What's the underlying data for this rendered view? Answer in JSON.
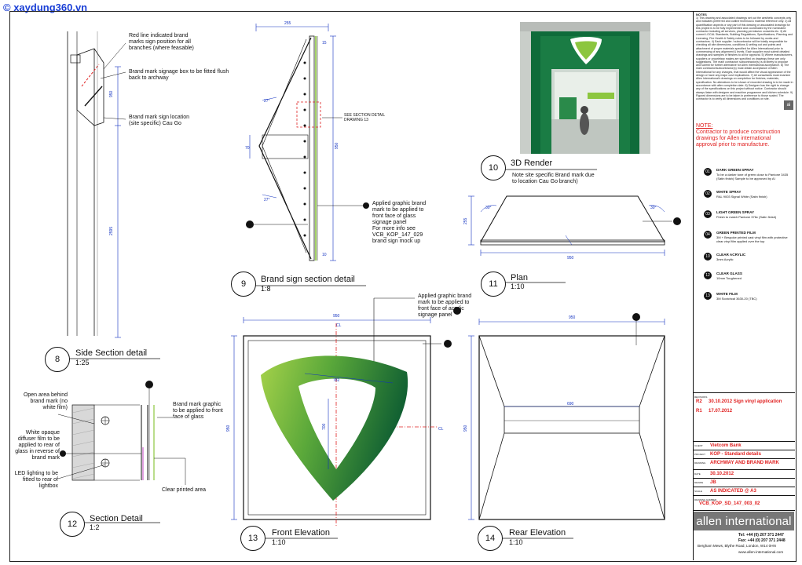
{
  "watermark": "© xaydung360.vn",
  "views": [
    {
      "num": "8",
      "title": "Side Section detail",
      "scale": "1:25"
    },
    {
      "num": "9",
      "title": "Brand sign section detail",
      "scale": "1:8"
    },
    {
      "num": "10",
      "title": "3D Render",
      "scale": ""
    },
    {
      "num": "11",
      "title": "Plan",
      "scale": "1:10"
    },
    {
      "num": "12",
      "title": "Section Detail",
      "scale": "1:2"
    },
    {
      "num": "13",
      "title": "Front Elevation",
      "scale": "1:10"
    },
    {
      "num": "14",
      "title": "Rear Elevation",
      "scale": "1:10"
    }
  ],
  "callouts": {
    "red_line": "Red line indicated brand marks sign position for all branches (where feasable)",
    "signage_box": "Brand mark signage box to be fitted flush back to archway",
    "sign_location": "Brand mark sign location (site specific) Cau Go",
    "see_section": "SEE SECTION DETAIL DRAWING 13",
    "applied_graphic": "Applied graphic brand mark to be applied to front face of glass signage panel",
    "more_info": "For more info see VCB_KOP_147_029 brand sign mock up",
    "render_note": "Note site specific Brand mark due to location Cau Go branch)",
    "applied_acrylic": "Applied graphic brand mark to be applied to front face of acrylic signage panel",
    "open_area": "Open area behind brand mark (no white film)",
    "diffuser": "White opaque diffuser film to be applied to rear of glass in reverse of brand mark",
    "led": "LED lighting to be fitted to rear of lightbox",
    "graphic_front": "Brand mark graphic to be applied to front face of glass",
    "clear_printed": "Clear printed area"
  },
  "dims": {
    "d255": "255",
    "d950": "950",
    "d2595": "2595",
    "d30": "30°",
    "d550": "550",
    "d690": "690",
    "d782": "782",
    "d700": "700",
    "d27": "27°",
    "d70": "70",
    "d15": "15",
    "d10": "10",
    "cl": "CL"
  },
  "notes_heading": "NOTES",
  "notes_text": "1) This drawing and associated drawings set out the aesthetic concepts only and indicates preferred and outline technical & material reference only. 2) All quantification aspects or any part of this drawing or associated drawings for this project is to be fully implemented and coordinated by the nominated contractor including all services, planning permission consents etc. 3) All current LOCAL Standards, Building Regulations, Specifications, Planning and Licensing, Fire Health & Safety notes to be followed by works and contractors. 4) Each supplier / subcontractor will be totally responsible for checking all site dimensions, conditions & setting out and points and attachment of proper materials specified for Allen International prior to commencing of any alignment & levels. Each supplier must submit detailed drawings and samples of finishes to all for approval. 5) Where manufacturers, suppliers or proprietary makes are specified on drawings these are only suggestions. The main contractor/ subcontractor(s) is at liberty to propose and submit for further alternative for Allen International acceptance. 6) The main contractor/subcontractor(s) must obtain acceptance of Allen International for any changes, that would affect the visual appearance of the design or have any major cost implications. 7) All consultants must examine Allen International's drawings on completion for finishes, materials, specification. No alterations to be shown of recorded drawing is to be made in accordance with after completion date. 8) Designer has the right to change any of the specifications on this project without notice. Contractor should always liaise with designer and machine programme and kitchen schedule. 9) Figured dimensions are to be taken in preference to those scaled. The contractor is to verify all dimensions and conditions on site.",
  "note_red_head": "NOTE:",
  "note_red_body": "Contractor to produce construction drawings for Allen international approval prior to manufacture.",
  "legend": [
    {
      "num": "01",
      "title": "DARK GREEN SPRAY",
      "desc": "To be a darker tone of green close to Pantone 3435 (Satin finish) Sample to be approved by AI"
    },
    {
      "num": "02",
      "title": "WHITE SPRAY",
      "desc": "RAL 9003 Signal White (Satin finish)"
    },
    {
      "num": "03",
      "title": "LIGHT GREEN SPRAY",
      "desc": "Finish to match Pantone 376c (Satin finish)"
    },
    {
      "num": "04",
      "title": "GREEN PRINTED FILM",
      "desc": "3M + Bespoke printed cast vinyl film with protective clear vinyl film applied over the top"
    },
    {
      "num": "10",
      "title": "CLEAR ACRYLIC",
      "desc": "3mm Acrylic"
    },
    {
      "num": "12",
      "title": "CLEAR GLASS",
      "desc": "10mm Toughened"
    },
    {
      "num": "13",
      "title": "WHITE FILM",
      "desc": "3M Scotchcal 3630-20 (TBC)"
    }
  ],
  "revisions": [
    {
      "rev": "R2",
      "text": "30.10.2012 Sign vinyl application"
    },
    {
      "rev": "R1",
      "text": "17.07.2012"
    }
  ],
  "titleblock": {
    "client": "Vietcom Bank",
    "project": "KOP - Standard details",
    "drawing": "ARCHWAY AND BRAND MARK",
    "date": "30.10.2012",
    "drawn": "JB",
    "scale": "AS INDICATED @ A3",
    "number": "VCB_KOP_SD_147_003_02",
    "labels": {
      "revisions": "REVISIONS",
      "client": "CLIENT",
      "project": "PROJECT",
      "drawing": "DRAWING",
      "date": "DATE",
      "drawn": "DRAWN",
      "scale": "SCALE",
      "number": "DRAWING NUMBER"
    }
  },
  "company": {
    "name": "allen international",
    "tel": "Tel: +44 (0) 207 371 2447",
    "fax": "Fax: +44 (0) 207 371 2448",
    "address": "Bergham Mews, Blythe Road, London, W14 0HN",
    "web": "www.allen-international.com",
    "logo_mark": "ai"
  },
  "colors": {
    "dark_green": "#0f6b3a",
    "light_green": "#8cc63f",
    "red": "#e02020",
    "blue_dim": "#1030c0"
  }
}
